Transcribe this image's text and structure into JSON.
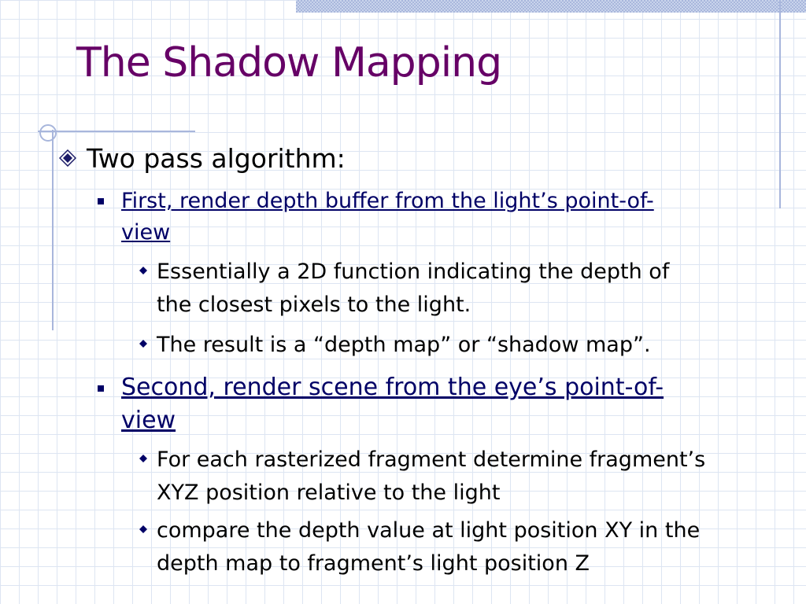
{
  "slide": {
    "title": "The Shadow Mapping",
    "level1": "Two pass algorithm:",
    "pass1": {
      "text_line1": "First, render depth buffer from the light’s point-of-",
      "text_line2": "view",
      "sub": [
        {
          "line1": "Essentially a 2D function indicating the depth of",
          "line2": "the closest pixels to the light."
        },
        {
          "line1": "The result is a “depth map” or “shadow map”.",
          "line2": ""
        }
      ]
    },
    "pass2": {
      "text_line1": "Second, render scene from the eye’s point-of-",
      "text_line2": "view",
      "sub": [
        {
          "line1": "For each rasterized fragment determine fragment’s",
          "line2": "XYZ position relative to the light"
        },
        {
          "line1": "compare the depth value at light position XY in the",
          "line2": "depth map to fragment’s light position Z"
        }
      ]
    }
  },
  "colors": {
    "title": "#660066",
    "sub_bullet": "#000066",
    "accent": "#a8b6dc"
  },
  "icons": {
    "level1_bullet": "diamond-icon",
    "level2_bullet": "square-bullet-icon",
    "level3_bullet": "small-diamond-icon"
  }
}
